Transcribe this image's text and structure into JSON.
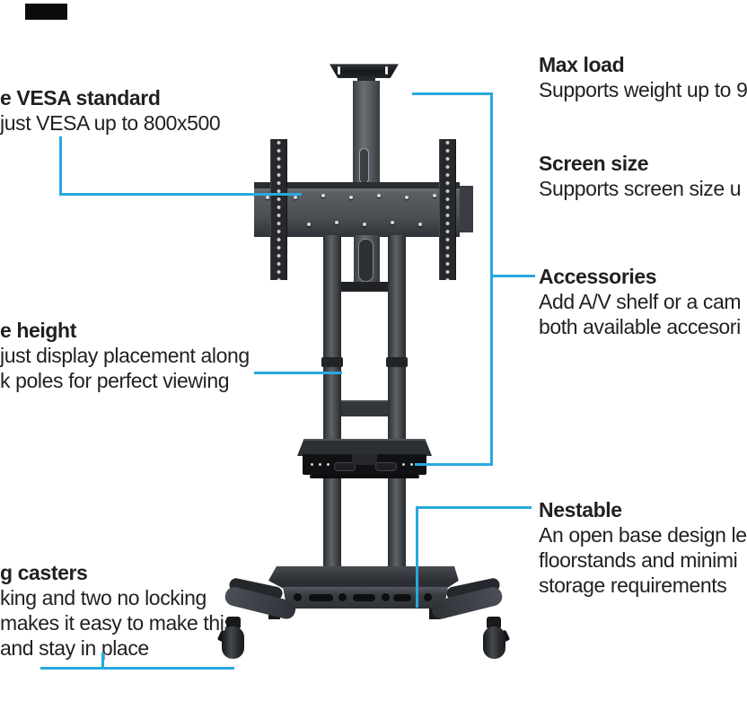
{
  "colors": {
    "accent": "#29a8df",
    "text": "#231f20",
    "background": "#ffffff",
    "stand_dark": "#26282b"
  },
  "callouts": {
    "left": [
      {
        "id": "vesa-standard",
        "title": "e VESA standard",
        "lines": [
          "just VESA up to 800x500"
        ]
      },
      {
        "id": "height",
        "title": "e height",
        "lines": [
          "just display placement along",
          "k poles for perfect viewing"
        ]
      },
      {
        "id": "casters",
        "title": "g casters",
        "lines": [
          "king and two no locking",
          "makes it easy to make this",
          "and stay in place"
        ]
      }
    ],
    "right": [
      {
        "id": "max-load",
        "title": "Max load",
        "lines": [
          "Supports weight up to 9"
        ]
      },
      {
        "id": "screen-size",
        "title": "Screen size",
        "lines": [
          "Supports screen size u"
        ]
      },
      {
        "id": "accessories",
        "title": "Accessories",
        "lines": [
          "Add A/V shelf or a cam",
          "both available accesori"
        ]
      },
      {
        "id": "nestable",
        "title": "Nestable",
        "lines": [
          "An open base design le",
          "floorstands and minimi",
          "storage requirements"
        ]
      }
    ]
  },
  "illustration": {
    "subject": "mobile TV floor stand with camera shelf, VESA plate, AV shelf and caster base"
  }
}
